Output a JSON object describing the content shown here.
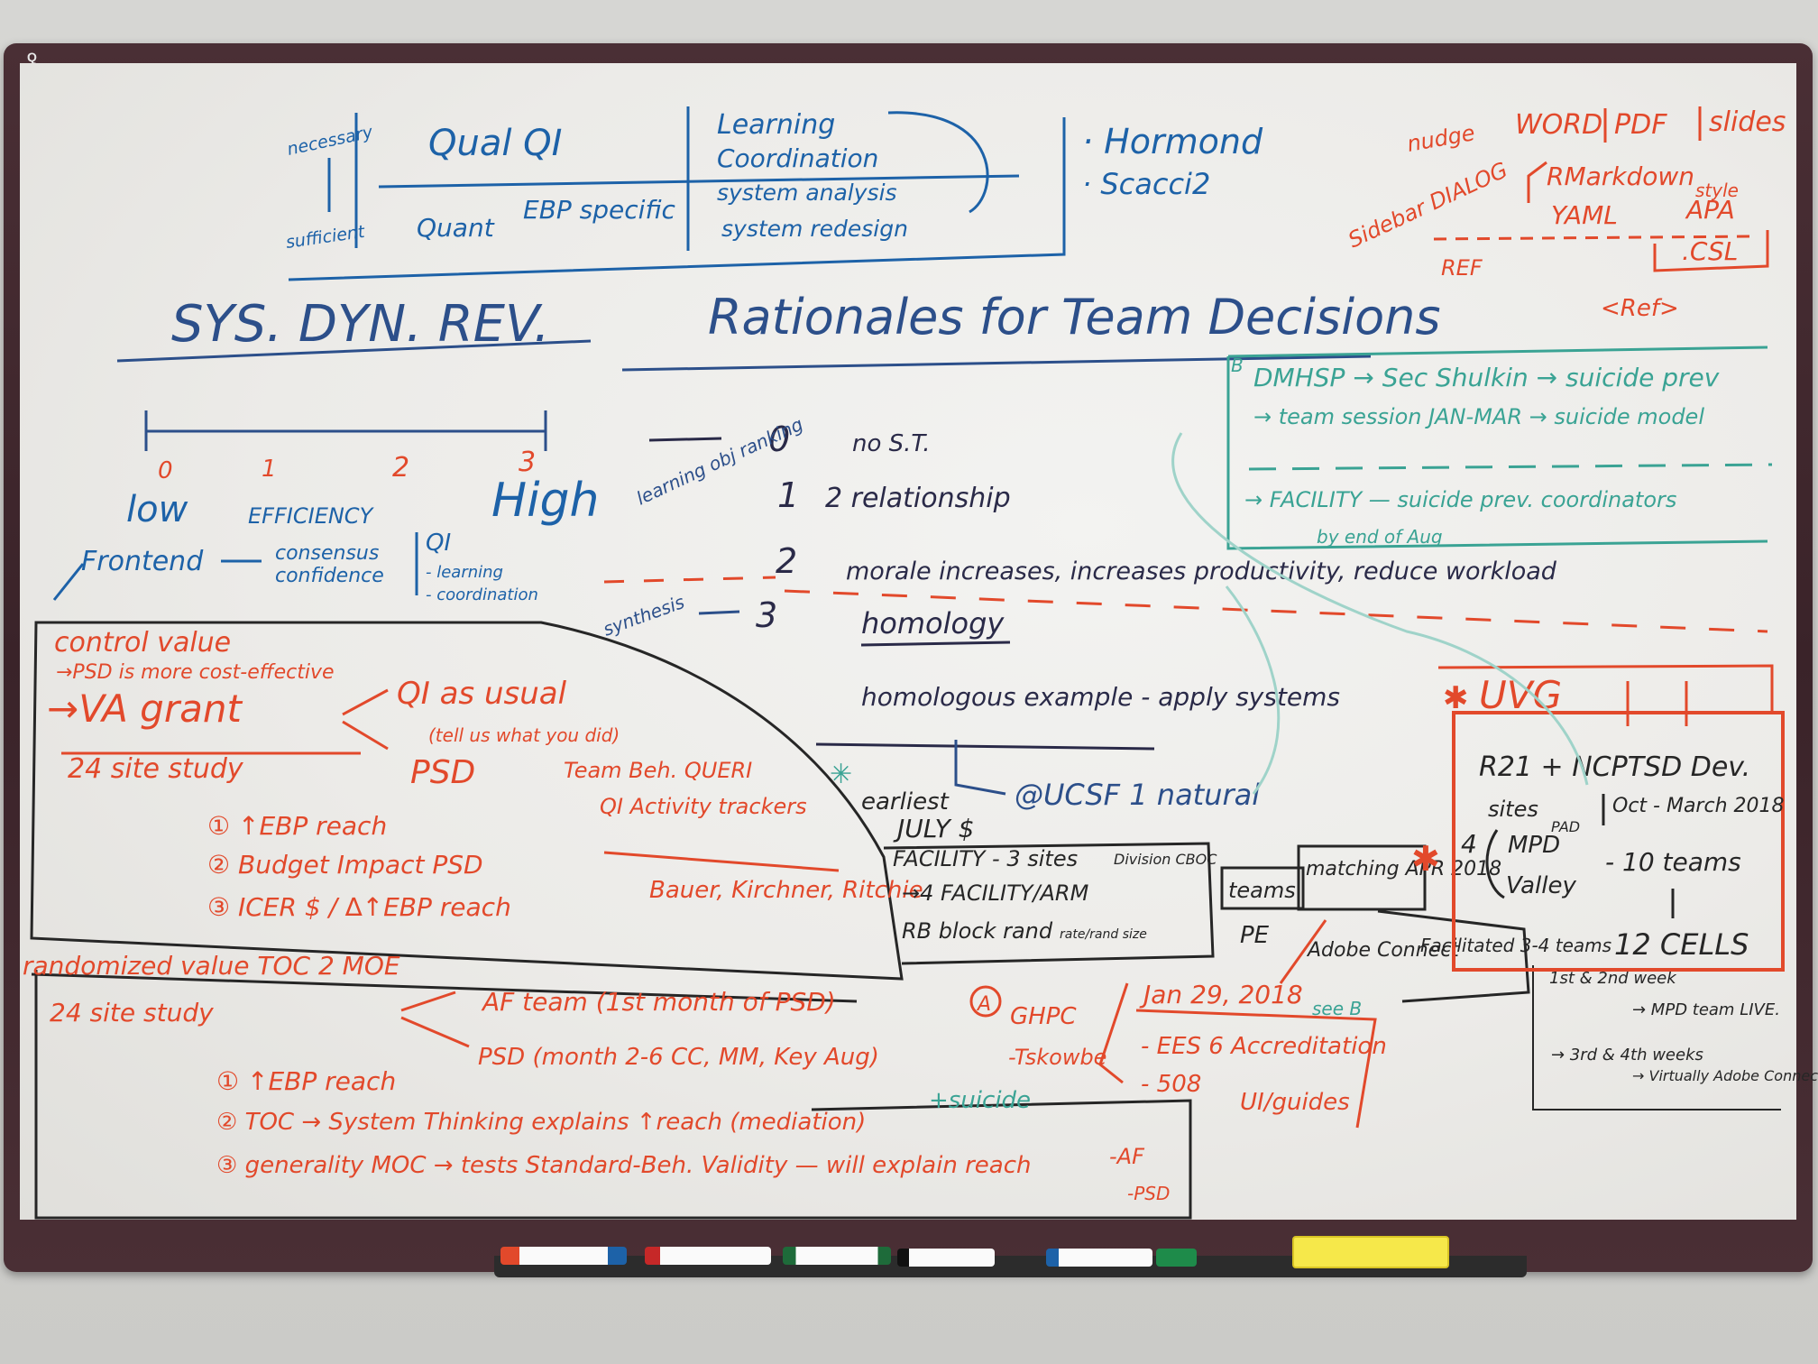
{
  "frame": {
    "logo": "Q"
  },
  "top_box": {
    "necessary": "necessary",
    "sufficient": "sufficient",
    "qual_qi": "Qual QI",
    "quant": "Quant",
    "ebp_specific": "EBP specific",
    "learning": "Learning",
    "coordination": "Coordination",
    "system_analysis": "system analysis",
    "system_redesign": "system redesign",
    "name1": "· Hormond",
    "name2": "· Scacci2"
  },
  "headings": {
    "sys_dyn_rev": "SYS. DYN. REV.",
    "rationales": "Rationales for Team Decisions"
  },
  "scale": {
    "ticks": [
      "0",
      "1",
      "2",
      "3"
    ],
    "low": "low",
    "efficiency": "EFFICIENCY",
    "high": "High"
  },
  "frontend": {
    "frontend": "Frontend",
    "consensus": "consensus",
    "confidence": "confidence",
    "qi": "QI",
    "learning": "- learning",
    "coordination": "- coordination"
  },
  "rating": {
    "learning_label": "learning obj ranking",
    "synthesis": "synthesis",
    "levels": [
      "0",
      "1",
      "2",
      "3"
    ],
    "r0": "no S.T.",
    "r1": "2 relationship",
    "r2": "morale increases, increases productivity, reduce workload",
    "r3": "homology",
    "r4": "homologous example - apply systems",
    "ucsf": "@UCSF 1 natural"
  },
  "top_right": {
    "nudge": "nudge",
    "word": "WORD",
    "pdf": "PDF",
    "slides": "slides",
    "rmarkdown": "RMarkdown",
    "yaml": "YAML",
    "style": "style",
    "apa": "APA",
    "css": ".CSL",
    "sidebar_dialog": "Sidebar DIALOG",
    "ref": "REF",
    "ref2": "<Ref>"
  },
  "teal_box": {
    "star": "B",
    "line1": "DMHSP → Sec Shulkin → suicide prev",
    "line2": "→ team session   JAN-MAR → suicide model",
    "line3": "→ FACILITY — suicide prev. coordinators",
    "line3b": "by end of Aug"
  },
  "left_box": {
    "control_value": "control value",
    "psd_more": "→PSD is more cost-effective",
    "va_grant": "→VA grant",
    "qi_as_usual": "QI as usual",
    "tell_us": "(tell us what you did)",
    "psd": "PSD",
    "site_study": "24 site study",
    "i1": "① ↑EBP reach",
    "i2": "② Budget Impact PSD",
    "i3": "③ ICER $ / ∆↑EBP reach",
    "team_beh": "Team Beh. QUERI",
    "qi_activity": "QI Activity trackers",
    "bauer": "Bauer, Kirchner, Ritchie"
  },
  "lower_box": {
    "title": "randomized value TOC 2 MOE",
    "site_study": "24 site study",
    "af_team": "AF team (1st month of PSD)",
    "psd": "PSD (month 2-6 CC, MM, Key Aug)",
    "suicide": "+suicide",
    "i1": "① ↑EBP reach",
    "i2": "② TOC → System Thinking explains ↑reach (mediation)",
    "i3": "③ generality MOC → tests Standard-Beh. Validity — will explain reach",
    "af": "-AF",
    "psd_tag": "-PSD"
  },
  "center_black": {
    "earliest": "earliest",
    "july": "JULY $",
    "facility": "FACILITY - 3 sites",
    "division": "Division CBOC",
    "four_facility": "→4 FACILITY/ARM",
    "rb": "RB block rand",
    "rb_note": "rate/rand size",
    "teams": "teams",
    "matching": "matching APR 2018",
    "pe": "PE",
    "adobe": "Adobe Connect",
    "facilitated": "Facilitated 3-4 teams",
    "first_second": "1st & 2nd week",
    "mpd_live": "→ MPD team LIVE.",
    "third_fourth": "→ 3rd & 4th weeks",
    "virtually": "→ Virtually Adobe Connect"
  },
  "ghpc": {
    "a": "A",
    "ghpc": "GHPC",
    "tsk": "-Tskowbe",
    "date": "Jan 29, 2018",
    "see": "see B",
    "ees": "- EES 6 Accreditation",
    "x508": "- 508",
    "ui": "UI/guides"
  },
  "uvg_box": {
    "uvg": "UVG",
    "r21": "R21 + NCPTSD Dev.",
    "oct_march": "Oct - March 2018",
    "sites": "sites",
    "four": "4",
    "mpd": "MPD",
    "pad": "PAD",
    "valley": "Valley",
    "ten_teams": "- 10 teams",
    "twelve": "12 CELLS"
  },
  "colors": {
    "blue_ink": "#1d62a8",
    "red_ink": "#e2492b",
    "black_ink": "#262626",
    "teal_ink": "#3aa394",
    "frame": "#3a2329"
  }
}
